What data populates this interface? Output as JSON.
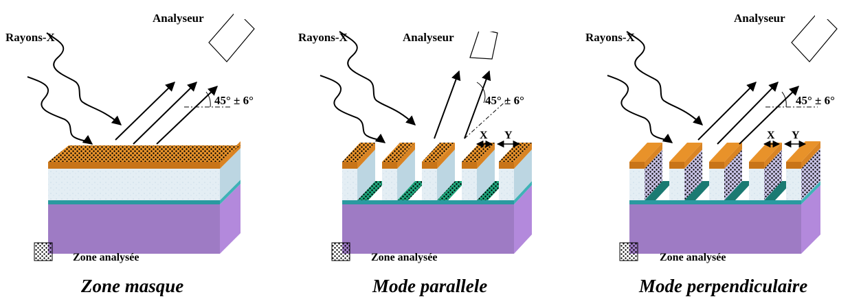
{
  "panels": [
    {
      "id": "zone-masque",
      "xray_label": "Rayons-X",
      "analyzer_label": "Analyseur",
      "angle_label": "45° ± 6°",
      "legend_label": "Zone analysée",
      "caption": "Zone masque"
    },
    {
      "id": "mode-parallele",
      "xray_label": "Rayons-X",
      "analyzer_label": "Analyseur",
      "angle_label": "45° ± 6°",
      "x_label": "X",
      "y_label": "Y",
      "legend_label": "Zone analysée",
      "caption": "Mode parallele"
    },
    {
      "id": "mode-perpendiculaire",
      "xray_label": "Rayons-X",
      "analyzer_label": "Analyseur",
      "angle_label": "45° ± 6°",
      "x_label": "X",
      "y_label": "Y",
      "legend_label": "Zone analysée",
      "caption": "Mode perpendiculaire"
    }
  ],
  "colors": {
    "mask_top": "#E8922A",
    "mask_front": "#C87418",
    "oxide_front": "#E4EEF4",
    "oxide_side": "#BCD6E2",
    "interface_layer": "#2A9AA0",
    "substrate_front": "#9E7BC4",
    "substrate_side": "#B389DC",
    "trench_fill": "#1FA87E",
    "trench_fill_dark": "#1B7A72"
  }
}
